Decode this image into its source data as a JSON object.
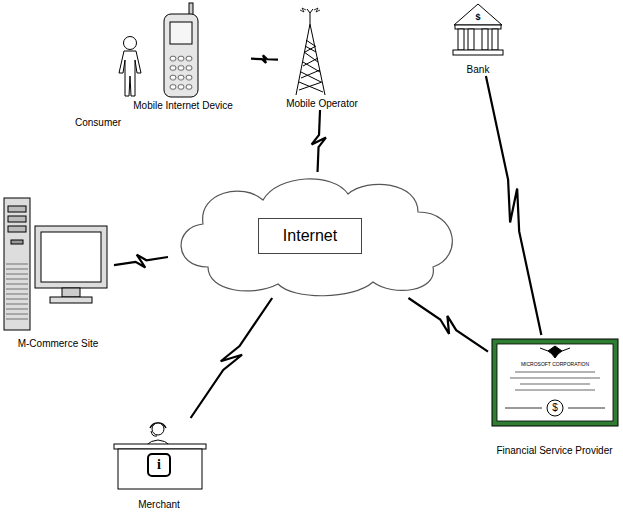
{
  "diagram": {
    "nodes": [
      {
        "text": [
          "Consumer"
        ]
      },
      {
        "text": [
          "Mobile Internet Device"
        ]
      },
      {
        "text": [
          "Mobile Operator"
        ]
      },
      {
        "text": [
          "Bank"
        ]
      },
      {
        "text": [
          "Internet"
        ]
      },
      {
        "text": [
          "M-Commerce Site"
        ]
      },
      {
        "text": [
          "Financial Service Provider"
        ]
      },
      {
        "text": [
          "Merchant"
        ]
      }
    ],
    "edges": [
      {
        "from": 1,
        "to": 2,
        "arrow": "none"
      },
      {
        "from": 2,
        "to": 4,
        "arrow": "none"
      },
      {
        "from": 5,
        "to": 4,
        "arrow": "none"
      },
      {
        "from": 7,
        "to": 4,
        "arrow": "none"
      },
      {
        "from": 4,
        "to": 6,
        "arrow": "none"
      },
      {
        "from": 3,
        "to": 6,
        "arrow": "none"
      }
    ],
    "labels": [
      "MICROSOFT CORPORATION",
      "$",
      "$",
      "i"
    ]
  }
}
